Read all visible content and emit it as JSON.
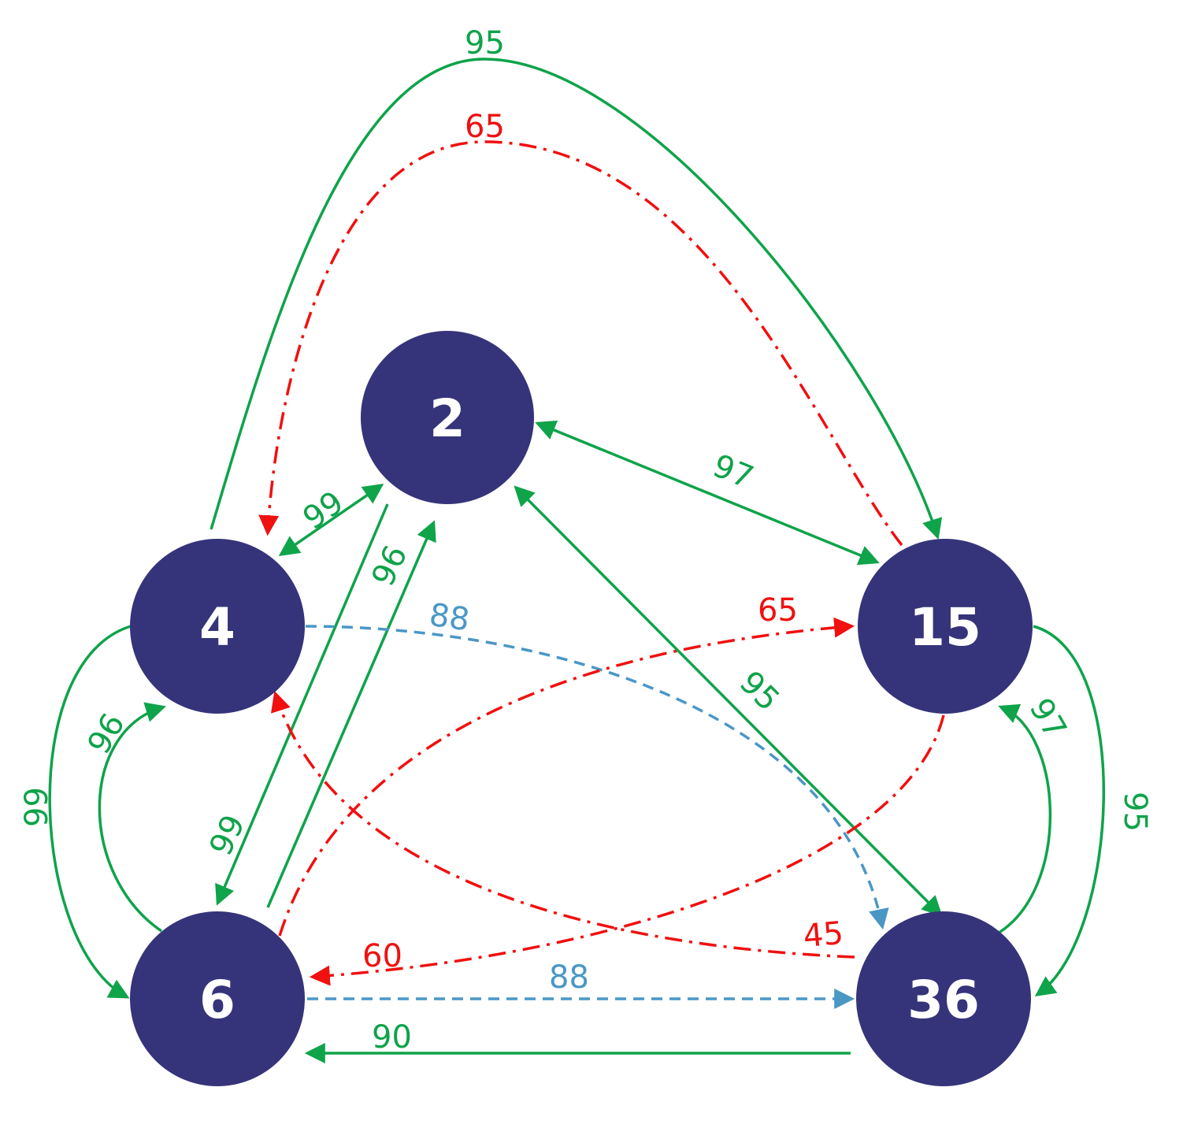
{
  "colors": {
    "node": "#35347a",
    "green": "#0fa34a",
    "red": "#f01010",
    "blue": "#4a97c6"
  },
  "nodes": [
    {
      "id": "n2",
      "label": "2"
    },
    {
      "id": "n4",
      "label": "4"
    },
    {
      "id": "n15",
      "label": "15"
    },
    {
      "id": "n6",
      "label": "6"
    },
    {
      "id": "n36",
      "label": "36"
    }
  ],
  "edges": [
    {
      "id": "e-top-green",
      "label": "95",
      "color": "green",
      "style": "solid",
      "from": "4",
      "to": "15"
    },
    {
      "id": "e-top-red",
      "label": "65",
      "color": "red",
      "style": "dashdot",
      "from": "15",
      "to": "4"
    },
    {
      "id": "e-4-2",
      "label": "99",
      "color": "green",
      "style": "solid",
      "from": "4",
      "to": "2",
      "bidirectional": true
    },
    {
      "id": "e-2-15",
      "label": "97",
      "color": "green",
      "style": "solid",
      "from": "2",
      "to": "15",
      "bidirectional": true
    },
    {
      "id": "e-2-6",
      "label": "99",
      "color": "green",
      "style": "solid",
      "from": "2",
      "to": "6"
    },
    {
      "id": "e-6-2",
      "label": "96",
      "color": "green",
      "style": "solid",
      "from": "6",
      "to": "2"
    },
    {
      "id": "e-4-36-blue",
      "label": "88",
      "color": "blue",
      "style": "dashed",
      "from": "4",
      "to": "36"
    },
    {
      "id": "e-6-15-red",
      "label": "65",
      "color": "red",
      "style": "dashdot",
      "from": "6",
      "to": "15"
    },
    {
      "id": "e-36-2",
      "label": "95",
      "color": "green",
      "style": "solid",
      "from": "36",
      "to": "2",
      "bidirectional": true
    },
    {
      "id": "e-36-4-red",
      "label": "45",
      "color": "red",
      "style": "dashdot",
      "from": "36",
      "to": "4"
    },
    {
      "id": "e-15-6-red",
      "label": "60",
      "color": "red",
      "style": "dashdot",
      "from": "15",
      "to": "6"
    },
    {
      "id": "e-6-36-blue",
      "label": "88",
      "color": "blue",
      "style": "dashed",
      "from": "6",
      "to": "36"
    },
    {
      "id": "e-36-6",
      "label": "90",
      "color": "green",
      "style": "solid",
      "from": "36",
      "to": "6"
    },
    {
      "id": "e-4-6-outer",
      "label": "99",
      "color": "green",
      "style": "solid",
      "from": "4",
      "to": "6"
    },
    {
      "id": "e-6-4-inner",
      "label": "96",
      "color": "green",
      "style": "solid",
      "from": "6",
      "to": "4"
    },
    {
      "id": "e-36-15-inner",
      "label": "97",
      "color": "green",
      "style": "solid",
      "from": "36",
      "to": "15"
    },
    {
      "id": "e-15-36-outer",
      "label": "95",
      "color": "green",
      "style": "solid",
      "from": "15",
      "to": "36"
    }
  ]
}
